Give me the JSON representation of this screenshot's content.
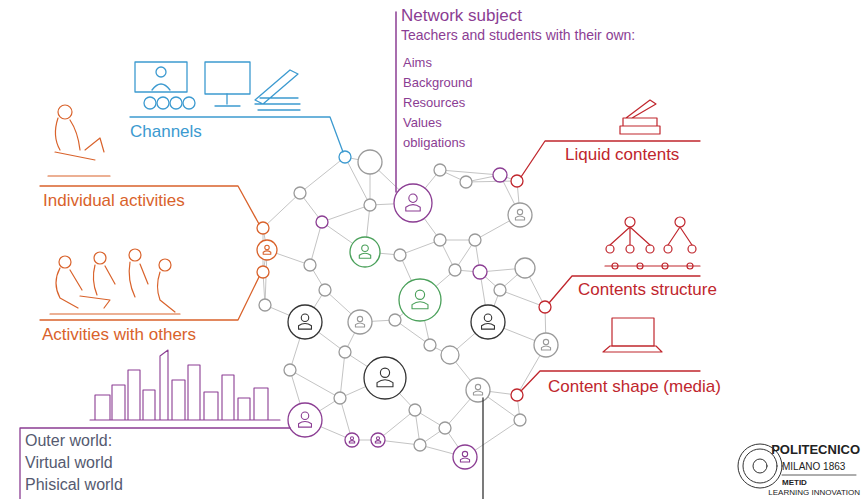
{
  "diagram": {
    "labels": [
      "Network subject",
      "Teachers and students with their own:",
      "Aims",
      "Background",
      "Resources",
      "Values",
      "obligations",
      "Channels",
      "Liquid contents",
      "Individual activities",
      "Contents structure",
      "Activities with others",
      "Content shape (media)",
      "Outer world:",
      "Virtual world",
      "Phisical world",
      "POLITECNICO",
      "MILANO 1863",
      "METID",
      "LEARNING INNOVATION"
    ]
  }
}
